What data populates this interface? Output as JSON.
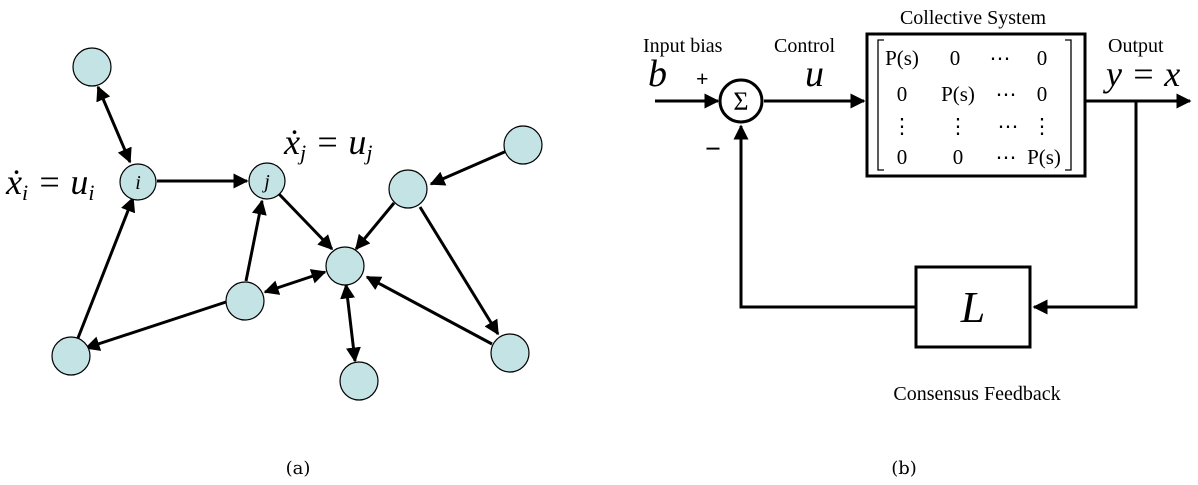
{
  "panel_a": {
    "caption": "(a)",
    "node_i_label": "i",
    "node_j_label": "j",
    "eq_i": {
      "lhs": "ẋ",
      "sub_lhs": "i",
      "eq": " = u",
      "sub_rhs": "i"
    },
    "eq_j": {
      "lhs": "ẋ",
      "sub_lhs": "j",
      "eq": " = u",
      "sub_rhs": "j"
    }
  },
  "panel_b": {
    "caption": "(b)",
    "input_bias_label": "Input bias",
    "b_symbol": "b",
    "plus_sign": "+",
    "minus_sign": "−",
    "sum_symbol": "Σ",
    "control_label": "Control",
    "u_symbol": "u",
    "system_title": "Collective System",
    "matrix": [
      [
        "P(s)",
        "0",
        "⋯",
        "0"
      ],
      [
        "0",
        "P(s)",
        "⋯",
        "0"
      ],
      [
        "⋮",
        "⋮",
        "⋯",
        "⋮"
      ],
      [
        "0",
        "0",
        "⋯",
        "P(s)"
      ]
    ],
    "output_label": "Output",
    "output_eq": "y = x",
    "feedback_symbol": "L",
    "feedback_label": "Consensus Feedback"
  },
  "colors": {
    "node_fill": "#c4e3e5",
    "stroke": "#000000"
  }
}
